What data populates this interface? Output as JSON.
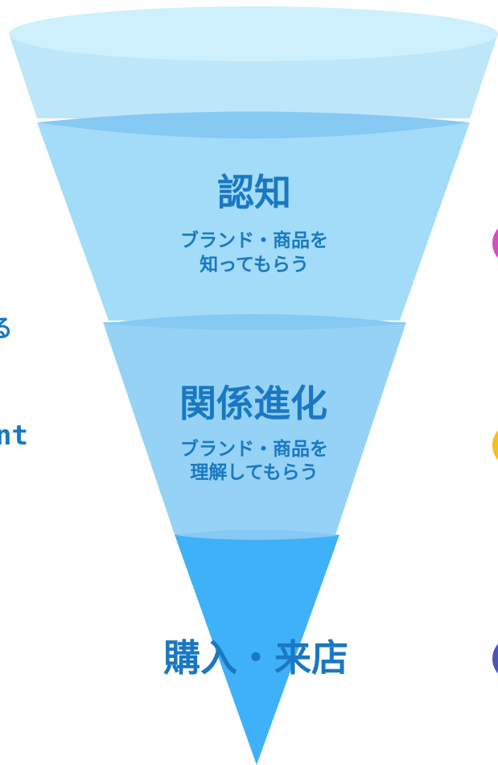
{
  "funnel": {
    "stages": [
      {
        "title": "認知",
        "description_lines": [
          "ブランド・商品を",
          "知ってもらう"
        ]
      },
      {
        "title": "関係進化",
        "description_lines": [
          "ブランド・商品を",
          "理解してもらう"
        ]
      },
      {
        "title": "購入・来店",
        "description_lines": []
      }
    ]
  },
  "left_fragments": {
    "top": "る",
    "bottom": "nt"
  },
  "colors": {
    "rim_top": "#cdf0fc",
    "rim_wall": "#bde6f9",
    "band": "#86c9f2",
    "stage1": "#a2dcf8",
    "stage2": "#95d2f6",
    "stage3": "#3fb1f8",
    "text": "#1a78c2",
    "marker_pink": "#d24fbd",
    "marker_yellow": "#f1c21c",
    "marker_indigo": "#4f55b5"
  }
}
